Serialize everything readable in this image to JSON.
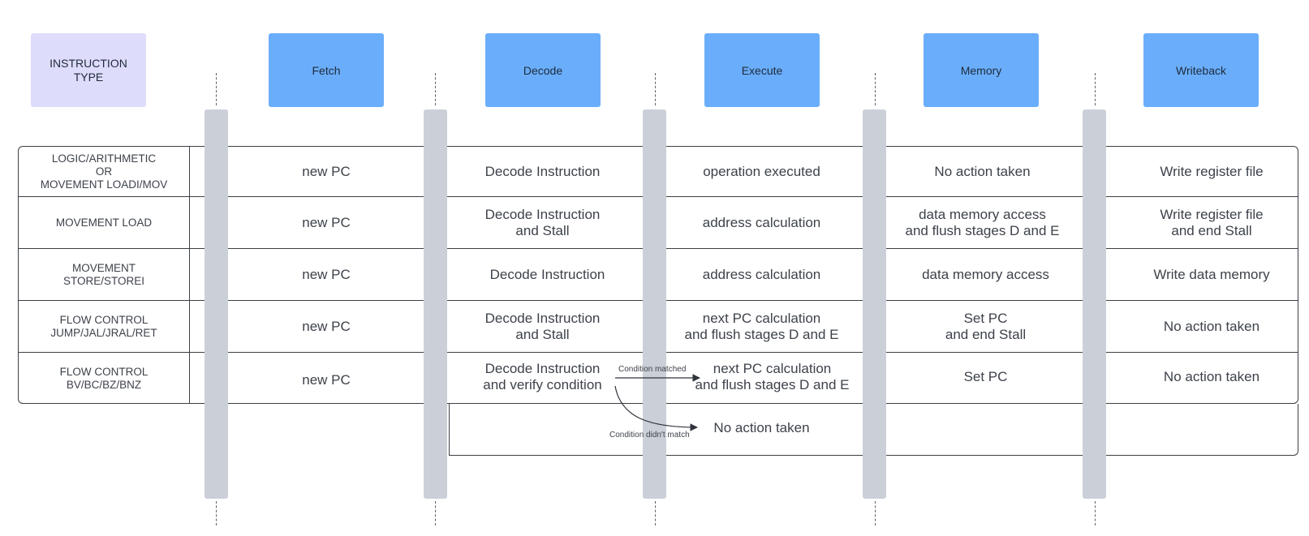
{
  "headers": {
    "type": "INSTRUCTION\nTYPE",
    "stages": [
      "Fetch",
      "Decode",
      "Execute",
      "Memory",
      "Writeback"
    ]
  },
  "rows": [
    {
      "label": "LOGIC/ARITHMETIC\nOR\nMOVEMENT LOADI/MOV",
      "cells": [
        "new PC",
        "Decode Instruction",
        "operation executed",
        "No action taken",
        "Write register file"
      ]
    },
    {
      "label": "MOVEMENT LOAD",
      "cells": [
        "new PC",
        "Decode Instruction\nand Stall",
        "address calculation",
        "data memory access\nand flush stages D and E",
        "Write register file\nand end Stall"
      ]
    },
    {
      "label": "MOVEMENT\nSTORE/STOREI",
      "cells": [
        "new PC",
        "Decode Instruction",
        "address calculation",
        "data memory access",
        "Write data memory"
      ]
    },
    {
      "label": "FLOW CONTROL\nJUMP/JAL/JRAL/RET",
      "cells": [
        "new PC",
        "Decode Instruction\nand Stall",
        "next PC calculation\nand flush stages D and E",
        "Set PC\nand end Stall",
        "No action taken"
      ]
    },
    {
      "label": "FLOW CONTROL\nBV/BC/BZ/BNZ",
      "cells": [
        "new PC",
        "Decode Instruction\nand verify condition",
        "next PC calculation\nand flush stages D and E",
        "Set PC",
        "No action taken"
      ]
    }
  ],
  "branch": {
    "matched_label": "Condition matched",
    "unmatched_label": "Condition didn't match",
    "unmatched_result": "No action taken"
  },
  "colors": {
    "stage_header": "#6aaefb",
    "type_header": "#dedcfb",
    "lifeline": "#cbd0d8",
    "border": "#3b3f45"
  }
}
